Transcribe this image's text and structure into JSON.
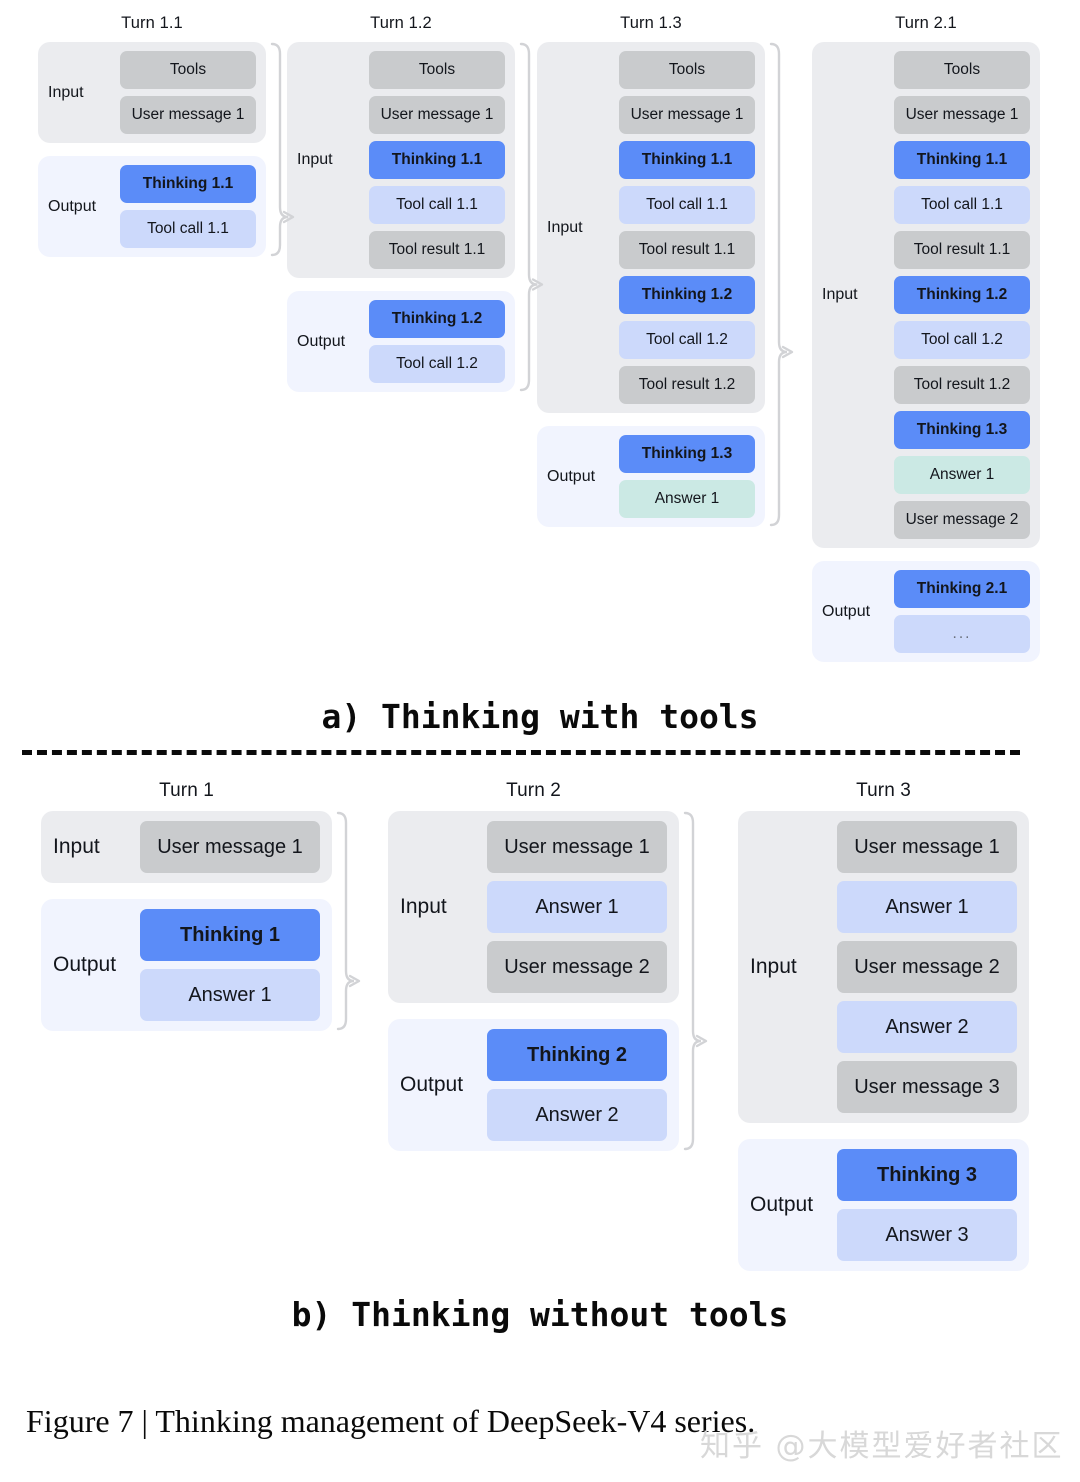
{
  "figure": {
    "caption": "Figure 7 | Thinking management of DeepSeek-V4 series.",
    "watermark": "知乎 @大模型爱好者社区",
    "colors": {
      "thinking": "#5b8cf8",
      "tool_call": "#ccd9fb",
      "answer_mint": "#cbe9e4",
      "answer_blue": "#ccd9fb",
      "neutral": "#c9cbcd",
      "input_container": "#ebecef",
      "output_container": "#f1f4fe",
      "connector": "#d2d3d6",
      "divider": "#0a0a0a"
    }
  },
  "panel_a": {
    "caption": "a) Thinking with tools",
    "columns": [
      {
        "title": "Turn 1.1",
        "input": {
          "label": "Input",
          "rows": [
            {
              "text": "Tools",
              "type": "tools"
            },
            {
              "text": "User message 1",
              "type": "user"
            }
          ]
        },
        "output": {
          "label": "Output",
          "rows": [
            {
              "text": "Thinking 1.1",
              "type": "thinking"
            },
            {
              "text": "Tool call 1.1",
              "type": "toolcall"
            }
          ]
        }
      },
      {
        "title": "Turn 1.2",
        "input": {
          "label": "Input",
          "rows": [
            {
              "text": "Tools",
              "type": "tools"
            },
            {
              "text": "User message 1",
              "type": "user"
            },
            {
              "text": "Thinking 1.1",
              "type": "thinking"
            },
            {
              "text": "Tool call 1.1",
              "type": "toolcall"
            },
            {
              "text": "Tool result 1.1",
              "type": "toolresult"
            }
          ]
        },
        "output": {
          "label": "Output",
          "rows": [
            {
              "text": "Thinking 1.2",
              "type": "thinking"
            },
            {
              "text": "Tool call 1.2",
              "type": "toolcall"
            }
          ]
        }
      },
      {
        "title": "Turn 1.3",
        "input": {
          "label": "Input",
          "rows": [
            {
              "text": "Tools",
              "type": "tools"
            },
            {
              "text": "User message 1",
              "type": "user"
            },
            {
              "text": "Thinking 1.1",
              "type": "thinking"
            },
            {
              "text": "Tool call 1.1",
              "type": "toolcall"
            },
            {
              "text": "Tool result 1.1",
              "type": "toolresult"
            },
            {
              "text": "Thinking 1.2",
              "type": "thinking"
            },
            {
              "text": "Tool call 1.2",
              "type": "toolcall"
            },
            {
              "text": "Tool result 1.2",
              "type": "toolresult"
            }
          ]
        },
        "output": {
          "label": "Output",
          "rows": [
            {
              "text": "Thinking 1.3",
              "type": "thinking"
            },
            {
              "text": "Answer 1",
              "type": "answer-mint"
            }
          ]
        }
      },
      {
        "title": "Turn 2.1",
        "input": {
          "label": "Input",
          "rows": [
            {
              "text": "Tools",
              "type": "tools"
            },
            {
              "text": "User message 1",
              "type": "user"
            },
            {
              "text": "Thinking 1.1",
              "type": "thinking"
            },
            {
              "text": "Tool call 1.1",
              "type": "toolcall"
            },
            {
              "text": "Tool result 1.1",
              "type": "toolresult"
            },
            {
              "text": "Thinking 1.2",
              "type": "thinking"
            },
            {
              "text": "Tool call 1.2",
              "type": "toolcall"
            },
            {
              "text": "Tool result 1.2",
              "type": "toolresult"
            },
            {
              "text": "Thinking 1.3",
              "type": "thinking"
            },
            {
              "text": "Answer 1",
              "type": "answer-mint"
            },
            {
              "text": "User message 2",
              "type": "user"
            }
          ]
        },
        "output": {
          "label": "Output",
          "rows": [
            {
              "text": "Thinking 2.1",
              "type": "thinking"
            },
            {
              "text": "...",
              "type": "ellipsis"
            }
          ]
        }
      }
    ]
  },
  "panel_b": {
    "caption": "b) Thinking without tools",
    "columns": [
      {
        "title": "Turn 1",
        "input": {
          "label": "Input",
          "rows": [
            {
              "text": "User message 1",
              "type": "user"
            }
          ]
        },
        "output": {
          "label": "Output",
          "rows": [
            {
              "text": "Thinking 1",
              "type": "thinking"
            },
            {
              "text": "Answer 1",
              "type": "answer-blue"
            }
          ]
        }
      },
      {
        "title": "Turn 2",
        "input": {
          "label": "Input",
          "rows": [
            {
              "text": "User message 1",
              "type": "user"
            },
            {
              "text": "Answer 1",
              "type": "answer-blue"
            },
            {
              "text": "User message 2",
              "type": "user"
            }
          ]
        },
        "output": {
          "label": "Output",
          "rows": [
            {
              "text": "Thinking 2",
              "type": "thinking"
            },
            {
              "text": "Answer 2",
              "type": "answer-blue"
            }
          ]
        }
      },
      {
        "title": "Turn 3",
        "input": {
          "label": "Input",
          "rows": [
            {
              "text": "User message 1",
              "type": "user"
            },
            {
              "text": "Answer 1",
              "type": "answer-blue"
            },
            {
              "text": "User message 2",
              "type": "user"
            },
            {
              "text": "Answer 2",
              "type": "answer-blue"
            },
            {
              "text": "User message 3",
              "type": "user"
            }
          ]
        },
        "output": {
          "label": "Output",
          "rows": [
            {
              "text": "Thinking 3",
              "type": "thinking"
            },
            {
              "text": "Answer 3",
              "type": "answer-blue"
            }
          ]
        }
      }
    ]
  }
}
